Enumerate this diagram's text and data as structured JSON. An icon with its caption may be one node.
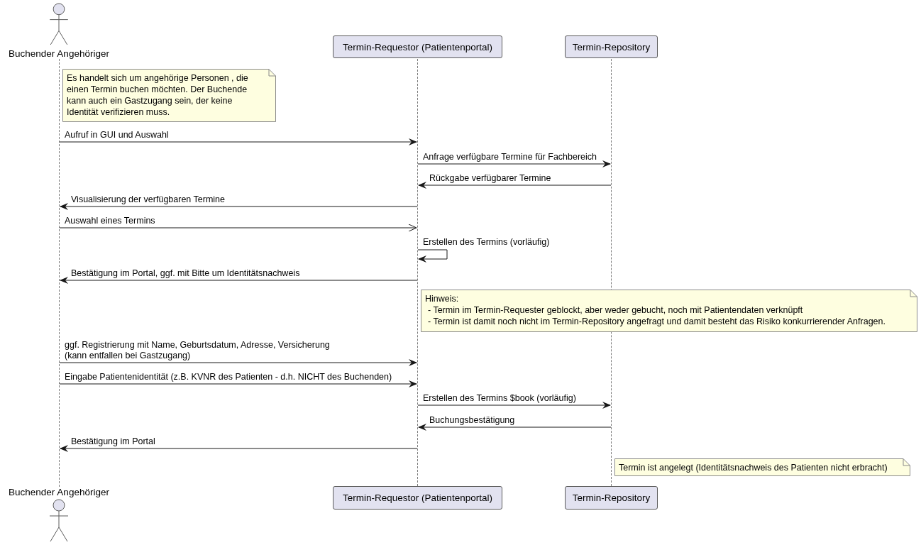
{
  "diagram": {
    "nodes": [
      {
        "text": [
          "Buchender Angehöriger"
        ]
      },
      {
        "text": [
          "Termin-Requestor (Patientenportal)"
        ]
      },
      {
        "text": [
          "Termin-Repository"
        ]
      },
      {
        "text": [],
        "shape": "bar"
      },
      {
        "text": [],
        "shape": "bar"
      },
      {
        "text": [],
        "shape": "bar"
      },
      {
        "text": [
          "Es handelt sich um angehörige Personen , die einen Termin buchen möchten. Der Buchende kann auch ein Gastzugang sein, der keine Identität verifizieren muss."
        ]
      },
      {
        "text": [
          "Hinweis:",
          "- Termin im Termin-Requester geblockt, aber weder gebucht, noch mit Patientendaten verknüpft",
          "- Termin ist damit noch nicht im Termin-Repository angefragt und damit besteht das Risiko konkurrierender Anfragen."
        ]
      },
      {
        "text": [
          "Termin ist angelegt (Identitätsnachweis des Patienten nicht erbracht)"
        ]
      },
      {
        "text": [
          "Buchender Angehöriger"
        ]
      },
      {
        "text": [
          "Termin-Requestor (Patientenportal)"
        ]
      },
      {
        "text": [
          "Termin-Repository"
        ]
      }
    ],
    "edges": [
      {
        "from": 3,
        "to": 4,
        "arrow": "to",
        "label": "Aufruf in GUI und Auswahl"
      },
      {
        "from": 4,
        "to": 5,
        "arrow": "to",
        "label": "Anfrage verfügbare Termine für Fachbereich"
      },
      {
        "from": 5,
        "to": 4,
        "arrow": "to",
        "label": "Rückgabe verfügbarer Termine"
      },
      {
        "from": 4,
        "to": 3,
        "arrow": "to",
        "label": "Visualisierung der verfügbaren Termine"
      },
      {
        "from": 3,
        "to": 4,
        "arrow": "to",
        "label": "Auswahl eines Termins"
      },
      {
        "from": 4,
        "to": 4,
        "arrow": "to",
        "label": "Erstellen des Termins (vorläufig)"
      },
      {
        "from": 4,
        "to": 3,
        "arrow": "to",
        "label": "Bestätigung im Portal, ggf. mit Bitte um Identitätsnachweis"
      },
      {
        "from": 3,
        "to": 4,
        "arrow": "to",
        "label": "ggf. Registrierung mit Name, Geburtsdatum, Adresse, Versicherung (kann entfallen bei Gastzugang)"
      },
      {
        "from": 3,
        "to": 4,
        "arrow": "to",
        "label": "Eingabe Patientenidentität (z.B. KVNR des Patienten - d.h. NICHT des Buchenden)"
      },
      {
        "from": 4,
        "to": 5,
        "arrow": "to",
        "label": "Erstellen des Termins $book (vorläufig)"
      },
      {
        "from": 5,
        "to": 4,
        "arrow": "to",
        "label": "Buchungsbestätigung"
      },
      {
        "from": 4,
        "to": 3,
        "arrow": "to",
        "label": "Bestätigung im Portal"
      }
    ]
  }
}
